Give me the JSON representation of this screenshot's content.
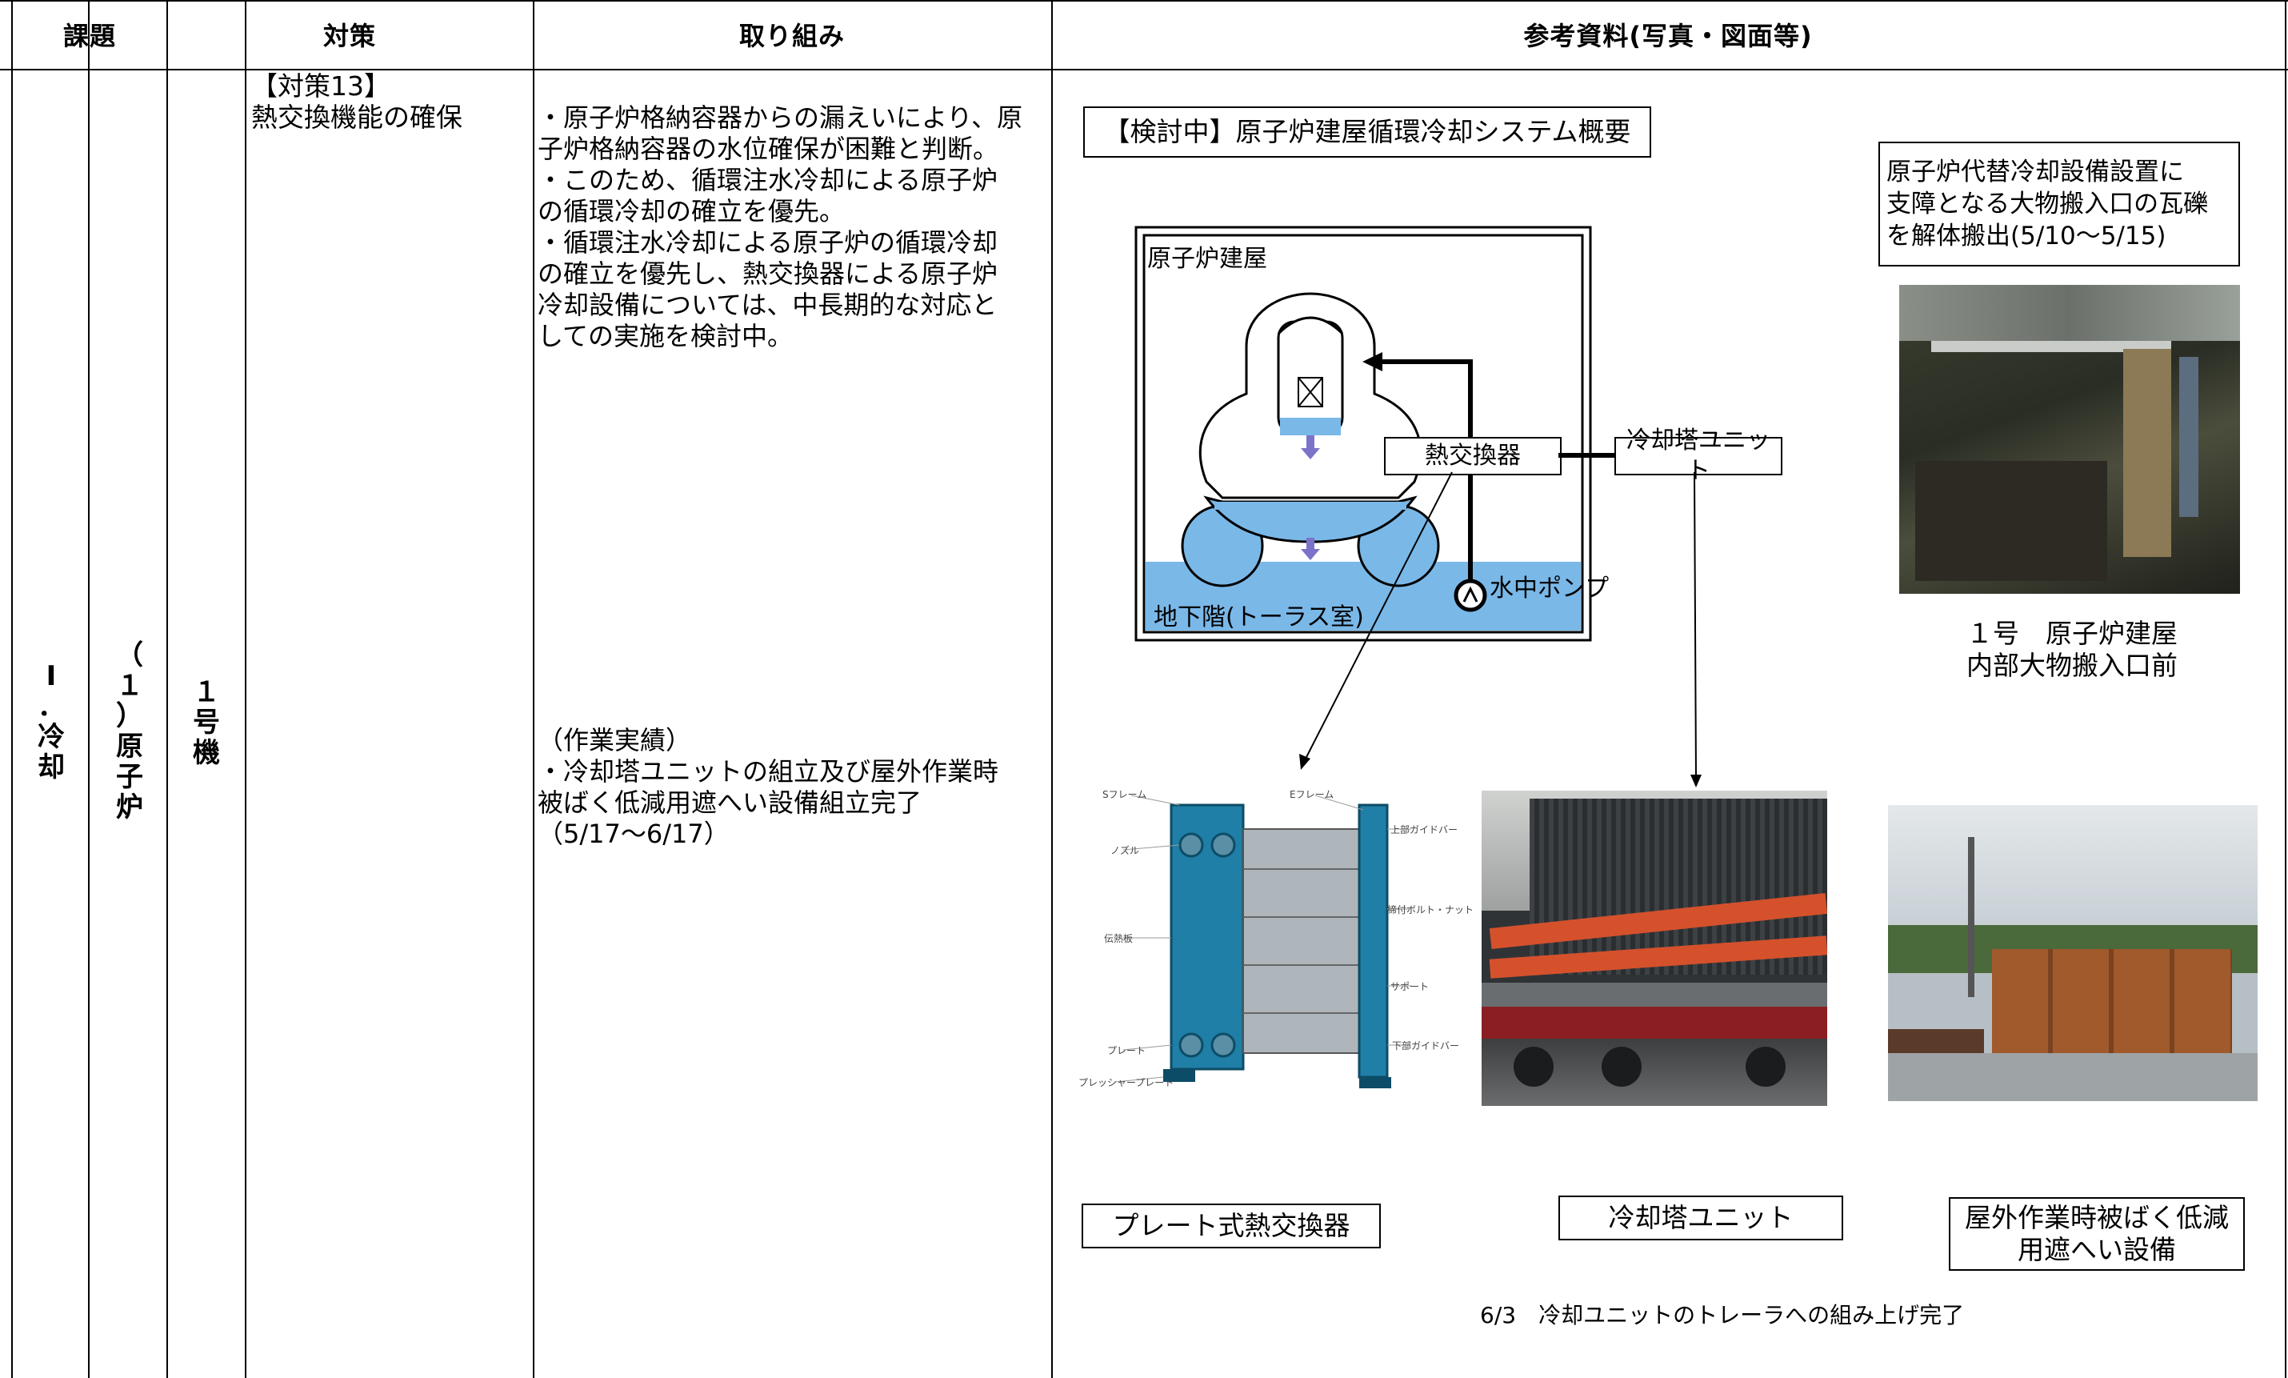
{
  "header": {
    "col1": "課題",
    "col2": "対策",
    "col3": "取り組み",
    "col4": "参考資料(写真・図面等)"
  },
  "left": {
    "issue": [
      "Ⅰ",
      "．",
      "冷",
      "却"
    ],
    "subissue": [
      "（",
      "１",
      "）",
      "原",
      "子",
      "炉"
    ],
    "unit": [
      "１",
      "号",
      "機"
    ]
  },
  "measure": {
    "title": "【対策13】\n熱交換機能の確保"
  },
  "action": {
    "main": "・原子炉格納容器からの漏えいにより、原\n子炉格納容器の水位確保が困難と判断。\n・このため、循環注水冷却による原子炉\nの循環冷却の確立を優先。\n・循環注水冷却による原子炉の循環冷却\nの確立を優先し、熱交換器による原子炉\n冷却設備については、中長期的な対応と\nしての実施を検討中。",
    "results": "（作業実績）\n・冷却塔ユニットの組立及び屋外作業時\n被ばく低減用遮へい設備組立完了\n（5/17～6/17）"
  },
  "reference": {
    "diagram_title": "【検討中】原子炉建屋循環冷却システム概要",
    "building_label": "原子炉建屋",
    "basement_label": "地下階(トーラス室)",
    "heat_exchanger": "熱交換器",
    "cooling_tower": "冷却塔ユニット",
    "pump": "水中ポンプ",
    "debris_note": "原子炉代替冷却設備設置に\n支障となる大物搬入口の瓦礫\nを解体搬出(5/10～5/15)",
    "photo1_caption": "１号　原子炉建屋\n内部大物搬入口前",
    "plate_labels": {
      "s_frame": "Sフレーム",
      "e_frame": "Eフレーム",
      "nozzle": "ノズル",
      "upper_guide": "上部ガイドバー",
      "plate": "プレート",
      "bolt": "締付ボルト・ナット",
      "lower_guide": "下部ガイドバー",
      "gasket": "伝熱板",
      "pressure_plate": "プレッシャープレート",
      "support": "サポート"
    },
    "label_plate_hx": "プレート式熱交換器",
    "label_cooling_tower": "冷却塔ユニット",
    "label_shield": "屋外作業時被ばく低減\n用遮へい設備",
    "bottom_note": "6/3　冷却ユニットのトレーラへの組み上げ完了"
  },
  "colors": {
    "water": "#7ab8e8",
    "arrow": "#7b73c9",
    "hx_blue": "#1f7fa6"
  }
}
